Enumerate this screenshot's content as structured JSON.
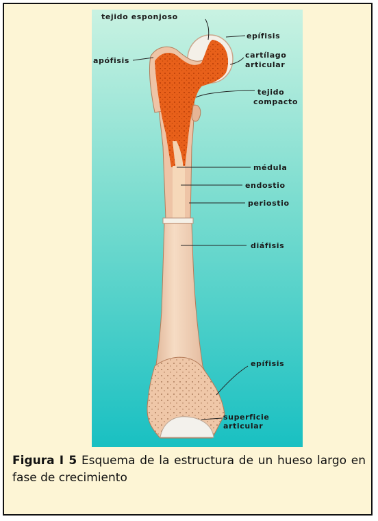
{
  "labels": {
    "tejido_esponjoso": "tejido esponjoso",
    "epifisis_top": "epífisis",
    "apofisis": "apófisis",
    "cartilago_line1": "cartílago",
    "cartilago_line2": "articular",
    "tejido_compacto_line1": "tejido",
    "tejido_compacto_line2": "compacto",
    "medula": "médula",
    "endostio": "endostio",
    "periostio": "periostio",
    "diafisis": "diáfisis",
    "epifisis_bottom": "epífisis",
    "superficie_line1": "superficie",
    "superficie_line2": "articular"
  },
  "caption": {
    "figure_label": "Figura I 5",
    "text": "Esquema de la estructura de un hueso largo en fase de crecimiento"
  },
  "colors": {
    "background_top": "#c8f0e2",
    "background_bottom": "#1bc2c2",
    "bone": "#f1cdb0",
    "spongy": "#e85f12",
    "marrow": "#f4c9a0",
    "cartilage": "#f6f2ea"
  }
}
